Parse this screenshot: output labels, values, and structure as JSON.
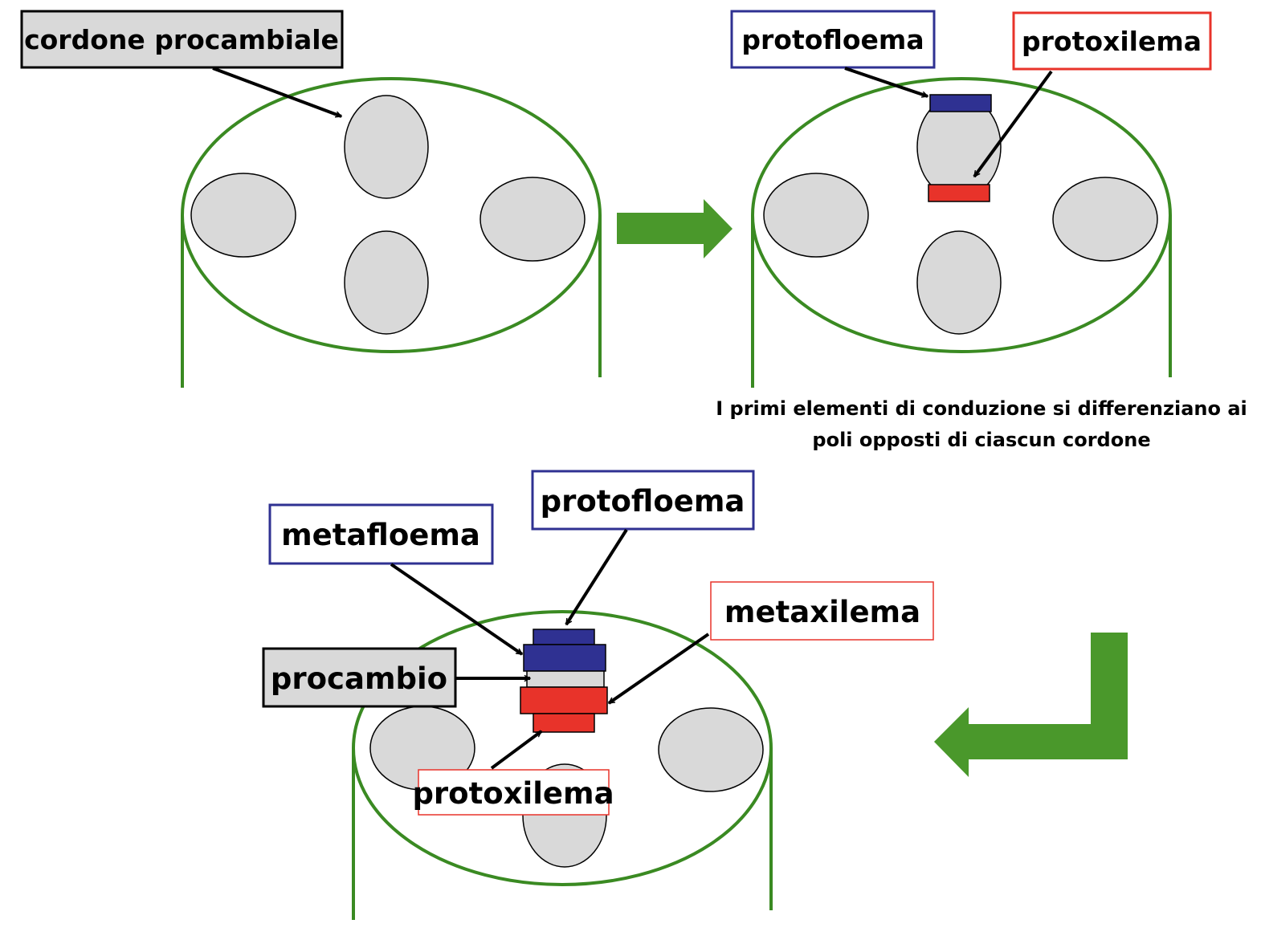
{
  "colors": {
    "stem": "#3a8a22",
    "strand_fill": "#d9d9d9",
    "phloem": "#2f3192",
    "xylem": "#e8332a",
    "arrow_green": "#4a982b",
    "label_grey": "#d9d9d9"
  },
  "panel1": {
    "label_procambial_strand": "cordone procambiale"
  },
  "panel2": {
    "label_protophloem": "protofloema",
    "label_protoxylem": "protoxilema",
    "caption_line1": "I primi elementi di conduzione si differenziano ai",
    "caption_line2": "poli opposti di ciascun cordone"
  },
  "panel3": {
    "label_metaphloem": "metafloema",
    "label_protophloem": "protofloema",
    "label_metaxylem": "metaxilema",
    "label_procambium": "procambio",
    "label_protoxylem": "protoxilema"
  }
}
